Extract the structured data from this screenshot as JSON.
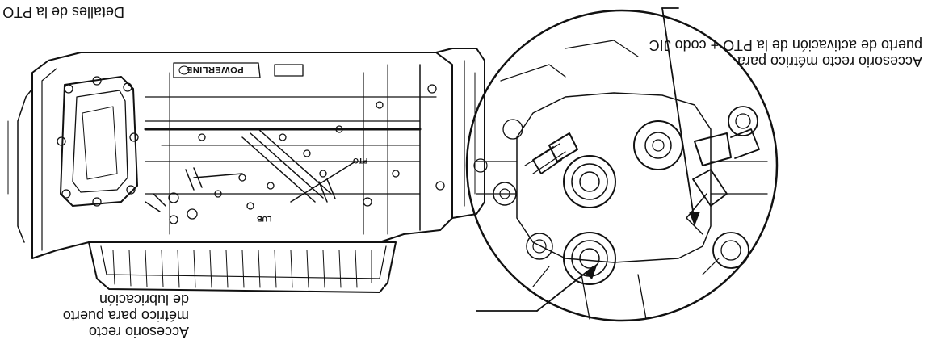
{
  "labels": {
    "activation_fitting": [
      "Accesorio recto métrico para",
      "puerto de activación de la PTO + codo JIC"
    ],
    "pto_detail": "Detalles de la PTO",
    "lube_fitting": [
      "Accesorio recto",
      "métrico para puerto",
      "de lubricación"
    ]
  },
  "markings": {
    "brand_plate": "POWERLINE",
    "pto_port": "PTO",
    "lube_port": "LUB"
  },
  "colors": {
    "line": "#111111",
    "background": "#ffffff"
  }
}
